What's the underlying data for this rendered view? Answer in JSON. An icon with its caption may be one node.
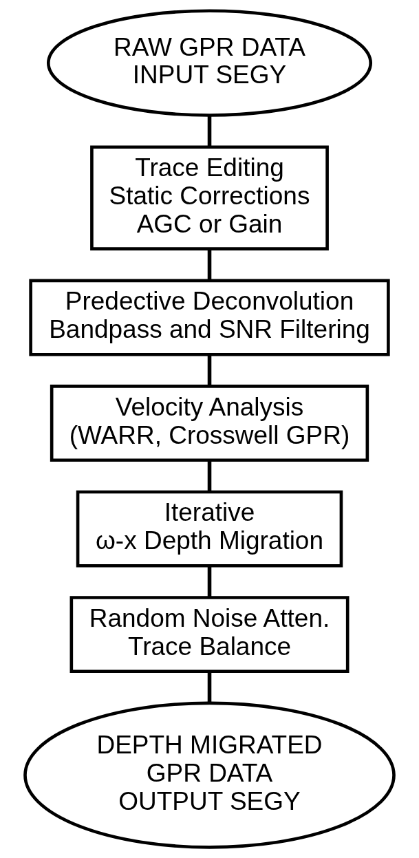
{
  "diagram": {
    "nodes": [
      {
        "text": [
          "RAW GPR DATA INPUT SEGY"
        ]
      },
      {
        "text": [
          "Trace Editing",
          "Static Corrections",
          "AGC or Gain"
        ]
      },
      {
        "text": [
          "Predective Deconvolution",
          "Bandpass and SNR Filtering"
        ]
      },
      {
        "text": [
          "Velocity Analysis",
          "(WARR, Crosswell GPR)"
        ]
      },
      {
        "text": [
          "Iterative ω-x Depth Migration"
        ]
      },
      {
        "text": [
          "Random Noise Atten.",
          "Trace Balance"
        ]
      },
      {
        "text": [
          "DEPTH MIGRATED GPR DATA OUTPUT SEGY"
        ]
      }
    ],
    "edges": [
      {
        "from": 0,
        "to": 1,
        "arrow": "none"
      },
      {
        "from": 1,
        "to": 2,
        "arrow": "none"
      },
      {
        "from": 2,
        "to": 3,
        "arrow": "none"
      },
      {
        "from": 3,
        "to": 4,
        "arrow": "none"
      },
      {
        "from": 4,
        "to": 5,
        "arrow": "none"
      },
      {
        "from": 5,
        "to": 6,
        "arrow": "none"
      }
    ]
  }
}
